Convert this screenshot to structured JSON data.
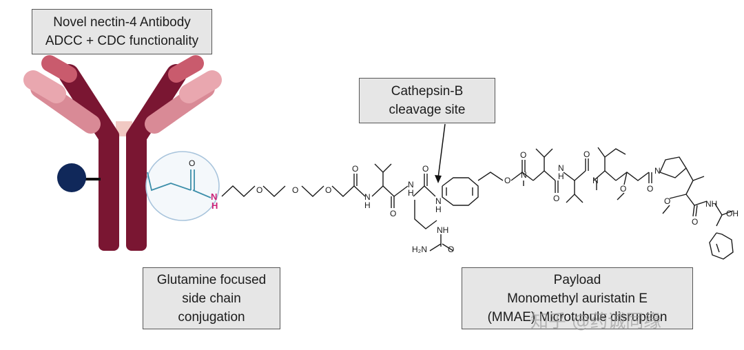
{
  "labels": {
    "antibody": [
      "Novel nectin-4 Antibody",
      "ADCC + CDC functionality"
    ],
    "cleavage": [
      "Cathepsin-B",
      "cleavage site"
    ],
    "conjugation": [
      "Glutamine focused",
      "side chain",
      "conjugation"
    ],
    "payload": [
      "Payload",
      "Monomethyl auristatin E",
      "(MMAE) Microtubule disruption"
    ]
  },
  "atoms": {
    "oxygen": "O",
    "nitrogen": "N",
    "hydrogen": "H",
    "nh": "NH",
    "h2n": "H₂N",
    "oh": "OH"
  },
  "watermark": "知乎 @药诚同缘",
  "colors": {
    "antibody_dark": "#7a1632",
    "antibody_light": "#d98a96",
    "hinge": "#f1c9c3",
    "conjugate_bead": "#10285a",
    "circle_stroke": "#a8c4dc",
    "linker_teal": "#3d8faa",
    "nitrogen_pink": "#cc2277",
    "box_fill": "#e6e6e6"
  }
}
